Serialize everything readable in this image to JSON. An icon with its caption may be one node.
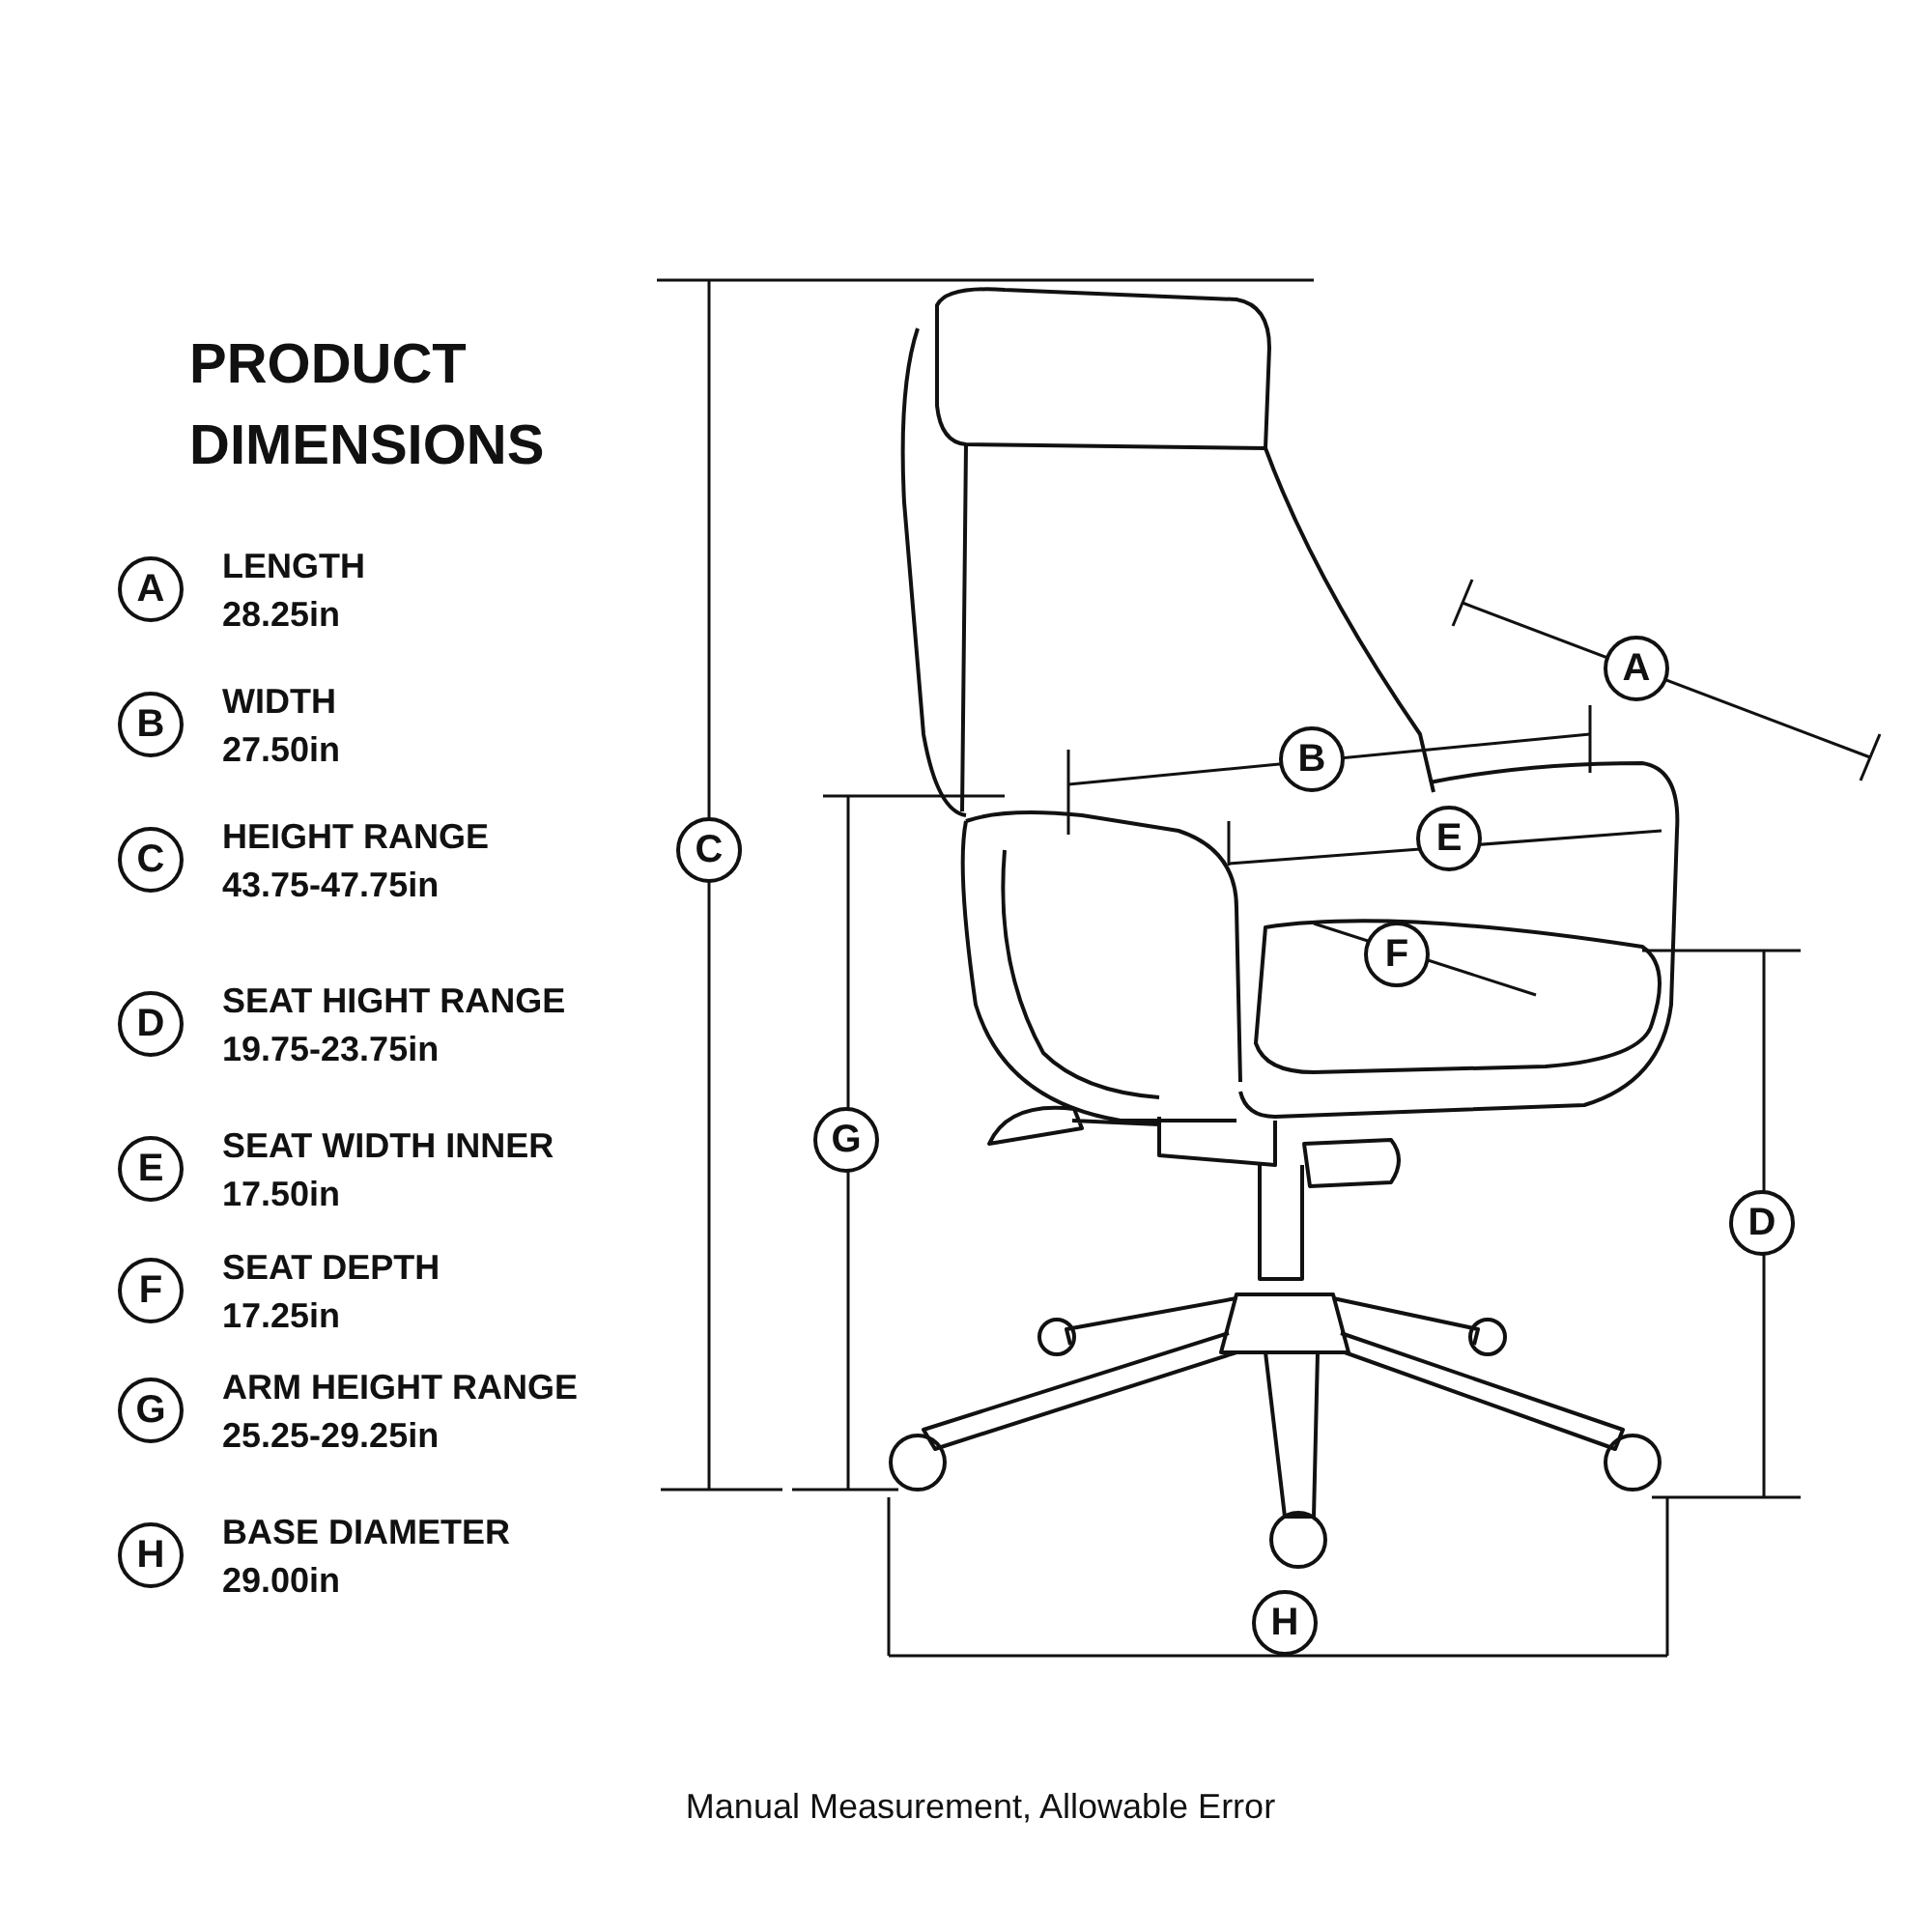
{
  "diagram": {
    "title": "PRODUCT DIMENSIONS",
    "caption": "Manual Measurement, Allowable Error",
    "nodes": [
      {
        "text": [
          "A"
        ],
        "beside": [
          "LENGTH",
          "28.25in"
        ]
      },
      {
        "text": [
          "B"
        ],
        "beside": [
          "WIDTH",
          "27.50in"
        ]
      },
      {
        "text": [
          "C"
        ],
        "beside": [
          "HEIGHT RANGE",
          "43.75-47.75in"
        ]
      },
      {
        "text": [
          "D"
        ],
        "beside": [
          "SEAT HIGHT RANGE",
          "19.75-23.75in"
        ]
      },
      {
        "text": [
          "E"
        ],
        "beside": [
          "SEAT WIDTH INNER",
          "17.50in"
        ]
      },
      {
        "text": [
          "F"
        ],
        "beside": [
          "SEAT DEPTH",
          "17.25in"
        ]
      },
      {
        "text": [
          "G"
        ],
        "beside": [
          "ARM HEIGHT RANGE",
          "25.25-29.25in"
        ]
      },
      {
        "text": [
          "H"
        ],
        "beside": [
          "BASE DIAMETER",
          "29.00in"
        ]
      },
      {
        "text": [
          "A"
        ]
      },
      {
        "text": [
          "B"
        ]
      },
      {
        "text": [
          "C"
        ]
      },
      {
        "text": [
          "E"
        ]
      },
      {
        "text": [
          "F"
        ]
      },
      {
        "text": [
          "G"
        ]
      },
      {
        "text": [
          "D"
        ]
      },
      {
        "text": [
          "H"
        ]
      }
    ]
  }
}
